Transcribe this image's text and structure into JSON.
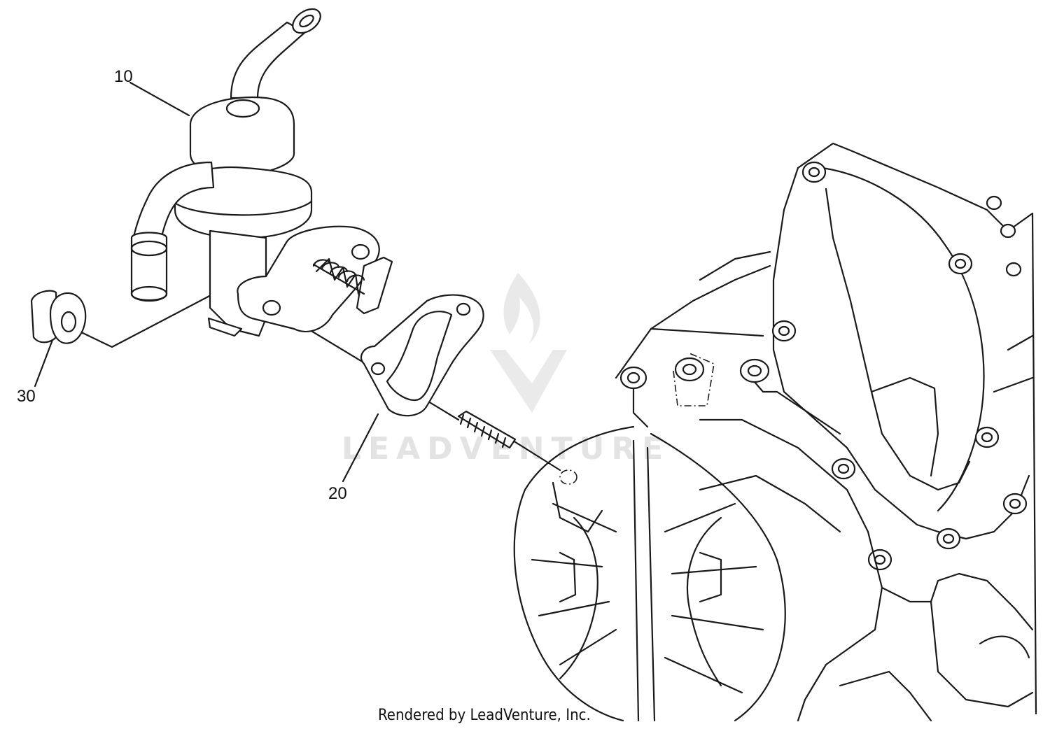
{
  "callouts": {
    "part_10": "10",
    "part_20": "20",
    "part_30": "30"
  },
  "watermark": {
    "brand": "LEADVENTURE"
  },
  "credit": "Rendered by LeadVenture, Inc."
}
